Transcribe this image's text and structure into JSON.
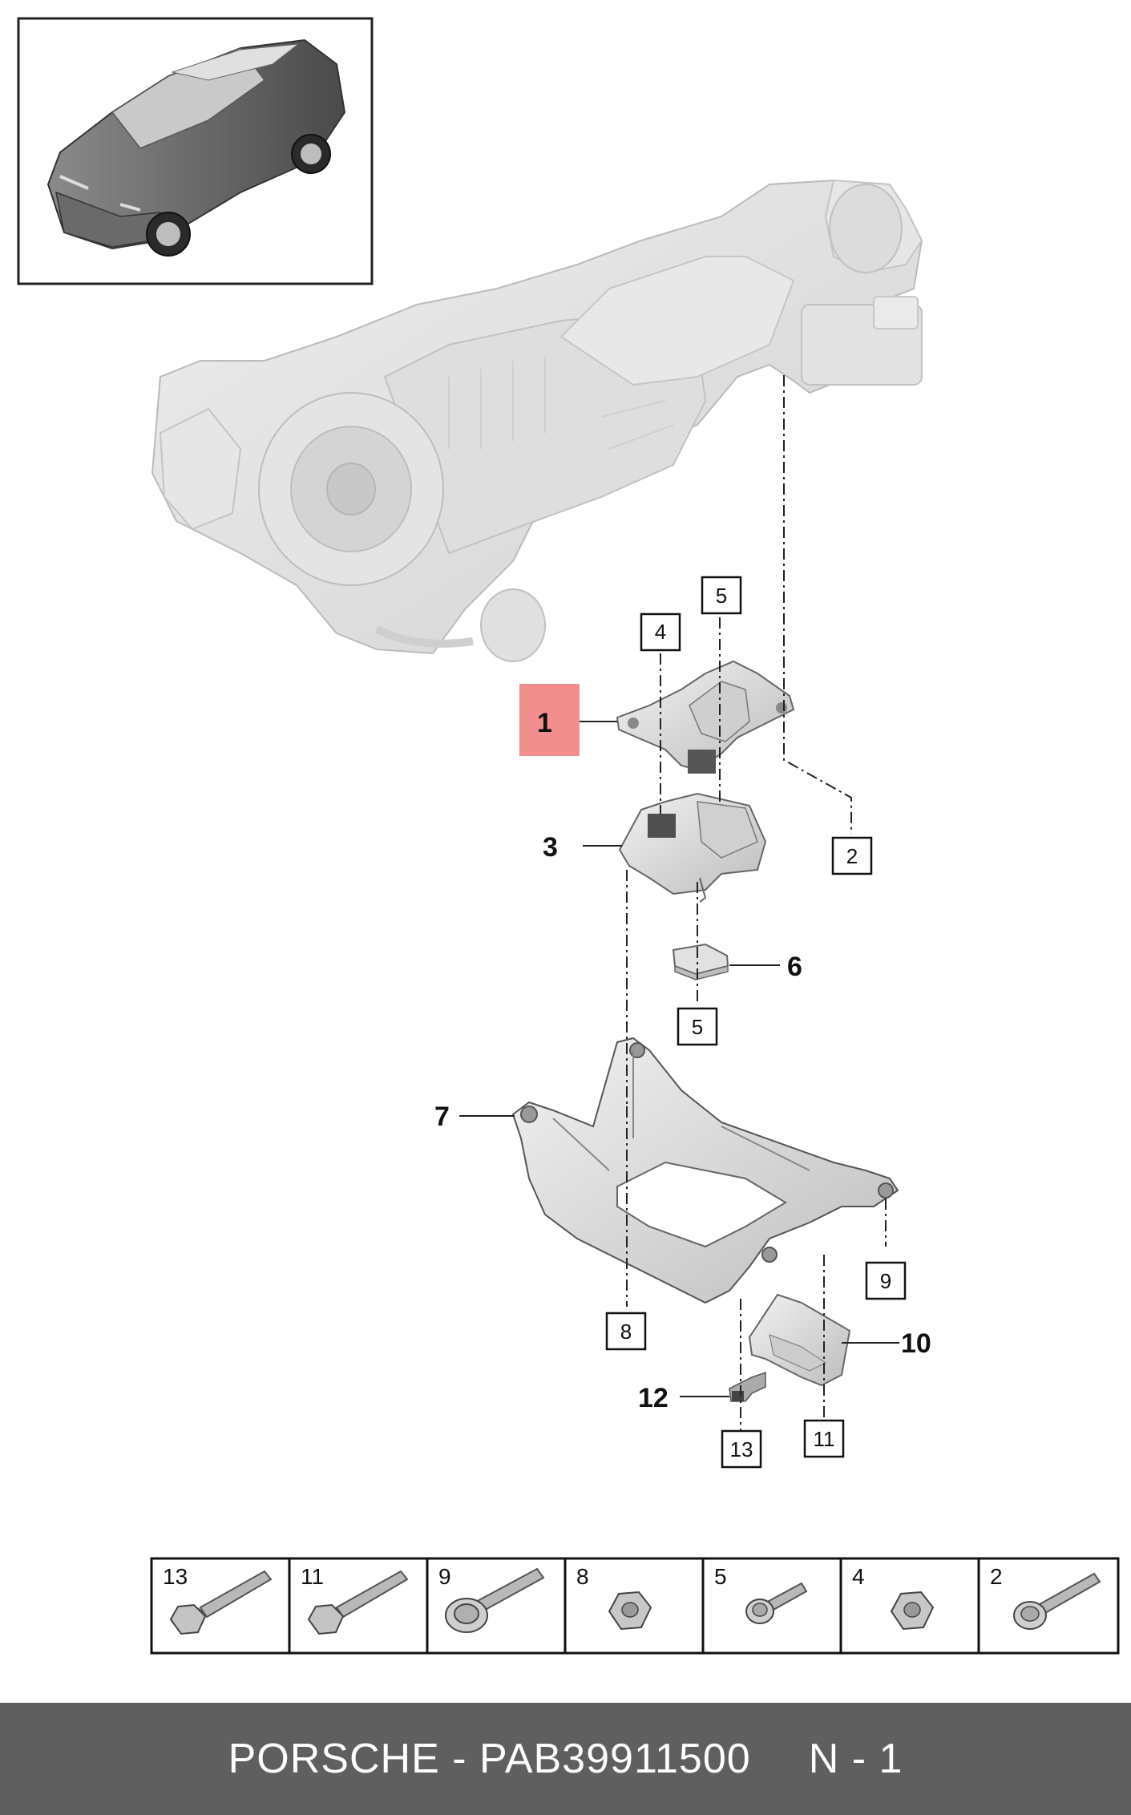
{
  "diagram": {
    "main_labels": [
      "1",
      "3",
      "6",
      "7",
      "10",
      "12"
    ],
    "box_labels": {
      "b4": "4",
      "b5a": "5",
      "b2": "2",
      "b5b": "5",
      "b9": "9",
      "b8": "8",
      "b13": "13",
      "b11": "11"
    },
    "highlight_label": "1",
    "highlight_color": "#f28e8e"
  },
  "fastener_table": {
    "cells": [
      {
        "label": "13",
        "icon": "hex-flange-bolt-long-icon"
      },
      {
        "label": "11",
        "icon": "hex-flange-bolt-long-icon"
      },
      {
        "label": "9",
        "icon": "spline-flange-bolt-icon"
      },
      {
        "label": "8",
        "icon": "hex-flange-nut-icon"
      },
      {
        "label": "5",
        "icon": "spline-bolt-short-icon"
      },
      {
        "label": "4",
        "icon": "hex-flange-nut-icon"
      },
      {
        "label": "2",
        "icon": "spline-flange-bolt-icon"
      }
    ]
  },
  "footer": {
    "part_info": "PORSCHE - PAB39911500",
    "page_info": "N - 1"
  }
}
